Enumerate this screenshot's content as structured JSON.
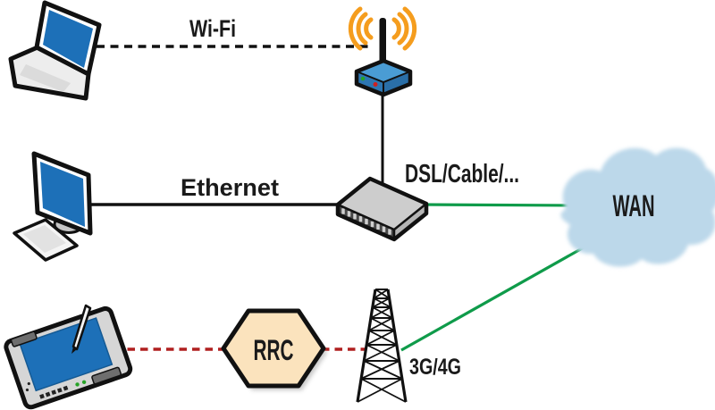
{
  "figure": {
    "type": "network-topology-diagram",
    "labels": {
      "wifi": "Wi-Fi",
      "ethernet": "Ethernet",
      "dsl_cable": "DSL/Cable/...",
      "wan": "WAN",
      "rrc": "RRC",
      "cellular": "3G/4G"
    },
    "nodes": [
      {
        "id": "laptop",
        "icon": "laptop-icon"
      },
      {
        "id": "wireless-access-point",
        "icon": "wireless-access-point-icon"
      },
      {
        "id": "desktop-computer",
        "icon": "desktop-computer-icon"
      },
      {
        "id": "router",
        "icon": "router-switch-icon"
      },
      {
        "id": "wan-cloud",
        "icon": "cloud-icon",
        "label": "WAN"
      },
      {
        "id": "tablet",
        "icon": "tablet-stylus-icon"
      },
      {
        "id": "rrc",
        "shape": "hexagon",
        "label": "RRC"
      },
      {
        "id": "cell-tower",
        "icon": "cell-tower-icon",
        "label": "3G/4G"
      }
    ],
    "links": [
      {
        "from": "laptop",
        "to": "wireless-access-point",
        "label": "Wi-Fi",
        "style": "dashed-black"
      },
      {
        "from": "wireless-access-point",
        "to": "router",
        "style": "solid-black"
      },
      {
        "from": "desktop-computer",
        "to": "router",
        "label": "Ethernet",
        "style": "solid-black"
      },
      {
        "from": "router",
        "to": "wan-cloud",
        "label": "DSL/Cable/...",
        "style": "solid-green"
      },
      {
        "from": "tablet",
        "to": "rrc",
        "style": "dashed-red"
      },
      {
        "from": "rrc",
        "to": "cell-tower",
        "style": "dashed-red"
      },
      {
        "from": "cell-tower",
        "to": "wan-cloud",
        "label": "3G/4G",
        "style": "solid-green"
      }
    ],
    "colors": {
      "screen_blue": "#1d70b8",
      "signal_orange": "#f59d1e",
      "wan_green": "#0f9b4a",
      "cellular_red": "#b01f1f",
      "cloud_blue": "#bcd8ea",
      "hexagon_tan": "#fbe3bd",
      "line_black": "#111111"
    }
  }
}
